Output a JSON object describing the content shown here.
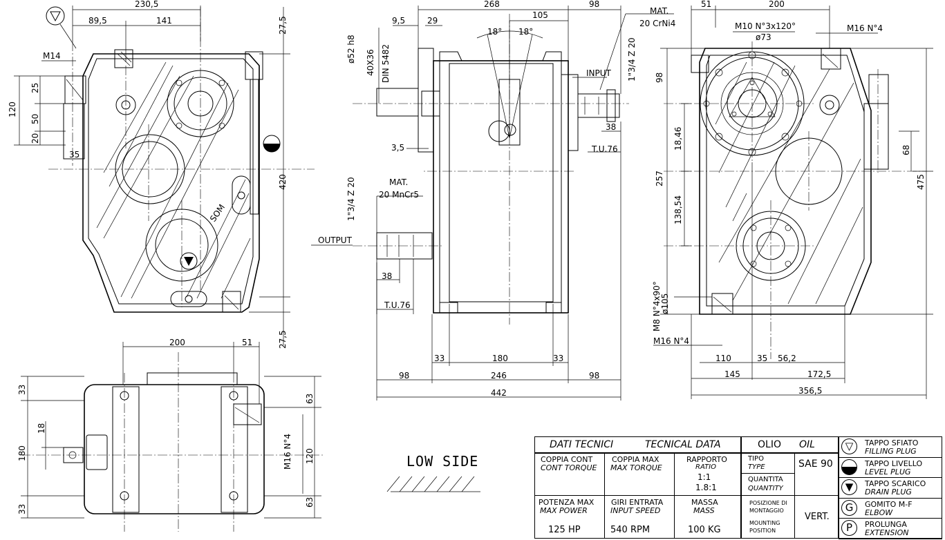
{
  "dims": {
    "d2305": "230,5",
    "d895": "89,5",
    "d141": "141",
    "d275a": "27,5",
    "d275b": "27,5",
    "m14": "M14",
    "d25": "25",
    "d120a": "120",
    "d50": "50",
    "d20": "20",
    "d35a": "35",
    "d420": "420",
    "d268": "268",
    "d105": "105",
    "d98a": "98",
    "d95": "9,5",
    "d29": "29",
    "d18a": "18°",
    "d18b": "18°",
    "phi52": "ø52 h8",
    "d40x36": "40X36",
    "din": "DIN 5482",
    "mat_in_a": "MAT.",
    "mat_in_b": "20 CrNi4",
    "z20_in": "1\"3/4 Z 20",
    "input": "INPUT",
    "d38a": "38",
    "tu76a": "T.U.76",
    "d35b": "3,5",
    "z20_out": "1\"3/4 Z 20",
    "mat_out_a": "MAT.",
    "mat_out_b": "20 MnCr5",
    "output": "OUTPUT",
    "d38b": "38",
    "tu76b": "T.U.76",
    "d33a": "33",
    "d180a": "180",
    "d33b": "33",
    "d98b": "98",
    "d246": "246",
    "d98c": "98",
    "d442": "442",
    "d51a": "51",
    "d200a": "200",
    "m10": "M10 N°3x120°",
    "phi73": "ø73",
    "m16a": "M16 N°4",
    "d98d": "98",
    "d1846": "18,46",
    "d257": "257",
    "d13854": "138,54",
    "d68": "68",
    "d475": "475",
    "m8": "M8 N°4x90°",
    "phi105": "ø105",
    "m16b": "M16 N°4",
    "d110": "110",
    "d35c": "35",
    "d562": "56,2",
    "d145": "145",
    "d1725": "172,5",
    "d3565": "356,5",
    "d200b": "200",
    "d51b": "51",
    "d33c": "33",
    "d180b": "180",
    "d18c": "18",
    "d33d": "33",
    "d63a": "63",
    "m16c": "M16 N°4",
    "d120b": "120",
    "d63b": "63",
    "logo": "SOM"
  },
  "low_side": "LOW SIDE",
  "title_block": {
    "dati": "DATI TECNICI",
    "tecnical": "TECNICAL DATA",
    "coppia_cont": "COPPIA CONT",
    "cont_torque": "CONT TORQUE",
    "coppia_max": "COPPIA MAX",
    "max_torque": "MAX TORQUE",
    "rapporto": "RAPPORTO",
    "ratio": "RATIO",
    "ratio_1": "1:1",
    "ratio_2": "1.8:1",
    "potenza": "POTENZA MAX",
    "max_power": "MAX POWER",
    "power_val": "125 HP",
    "giri": "GIRI ENTRATA",
    "input_speed": "INPUT SPEED",
    "speed_val": "540 RPM",
    "massa": "MASSA",
    "mass": "MASS",
    "mass_val": "100 KG",
    "olio": "OLIO",
    "oil": "OIL",
    "tipo": "TIPO",
    "type": "TYPE",
    "tipo_val": "SAE 90",
    "quantita": "QUANTITA",
    "quantity": "QUANTITY",
    "posizione_1": "POSIZIONE DI",
    "posizione_2": "MONTAGGIO",
    "mounting_1": "MOUNTING",
    "mounting_2": "POSITION",
    "pos_val": "VERT.",
    "legend": [
      {
        "it": "TAPPO SFIATO",
        "en": "FILLING PLUG"
      },
      {
        "it": "TAPPO LIVELLO",
        "en": "LEVEL PLUG"
      },
      {
        "it": "TAPPO SCARICO",
        "en": "DRAIN PLUG"
      },
      {
        "it": "GOMITO M-F",
        "en": "ELBOW"
      },
      {
        "it": "PROLUNGA",
        "en": "EXTENSION"
      }
    ],
    "legend_symbols": [
      "▽",
      "",
      "▼",
      "G",
      "P"
    ]
  }
}
